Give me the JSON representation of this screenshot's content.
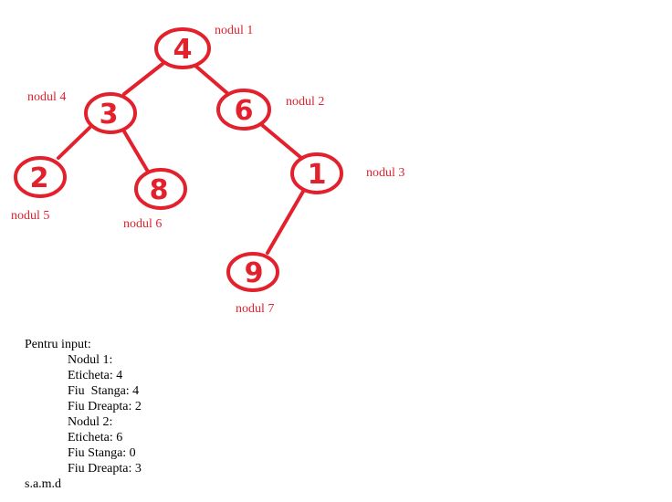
{
  "colors": {
    "tree": "#e3212d",
    "text": "#000000"
  },
  "tree": {
    "nodes": [
      {
        "id": "n1",
        "value": "4",
        "caption": "nodul 1"
      },
      {
        "id": "n2",
        "value": "6",
        "caption": "nodul 2"
      },
      {
        "id": "n3",
        "value": "1",
        "caption": "nodul 3"
      },
      {
        "id": "n4",
        "value": "3",
        "caption": "nodul 4"
      },
      {
        "id": "n5",
        "value": "2",
        "caption": "nodul 5"
      },
      {
        "id": "n6",
        "value": "8",
        "caption": "nodul 6"
      },
      {
        "id": "n7",
        "value": "9",
        "caption": "nodul 7"
      }
    ],
    "edges": [
      [
        "n1",
        "n4"
      ],
      [
        "n1",
        "n2"
      ],
      [
        "n4",
        "n5"
      ],
      [
        "n4",
        "n6"
      ],
      [
        "n2",
        "n3"
      ],
      [
        "n3",
        "n7"
      ]
    ]
  },
  "input_text": {
    "heading": "Pentru input:",
    "lines": [
      "Nodul 1:",
      "Eticheta: 4",
      "Fiu  Stanga: 4",
      "Fiu Dreapta: 2",
      "Nodul 2:",
      "Eticheta: 6",
      "Fiu Stanga: 0",
      "Fiu Dreapta: 3"
    ],
    "footer": "s.a.m.d"
  }
}
